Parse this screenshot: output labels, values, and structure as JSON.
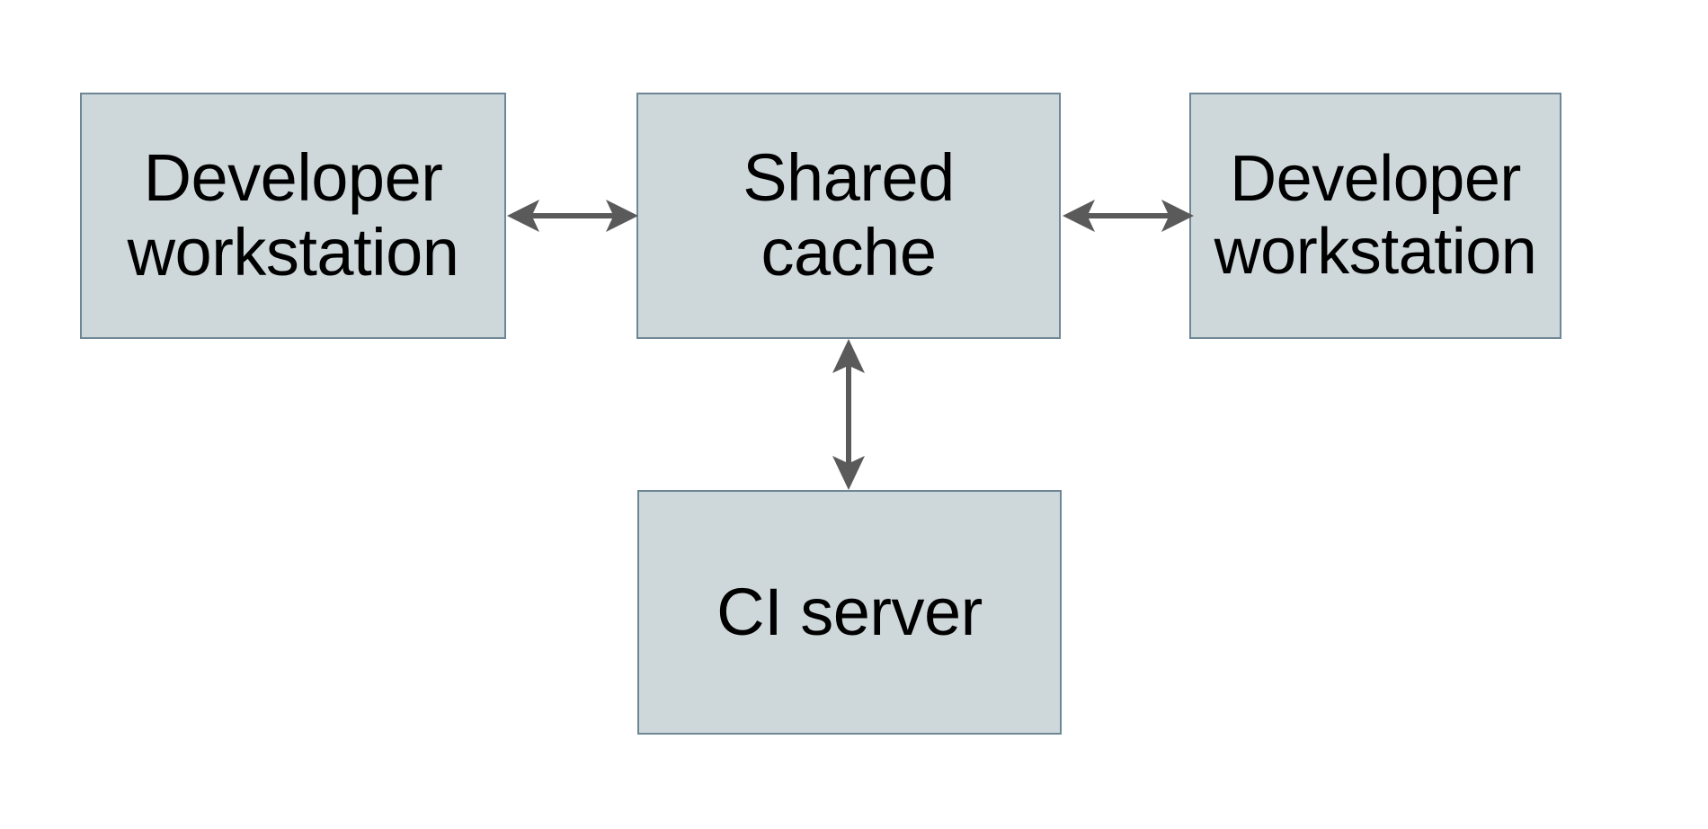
{
  "diagram": {
    "type": "block-diagram",
    "background_color": "#ffffff",
    "node_fill_color": "#ced7da",
    "node_border_color": "#6e8794",
    "arrow_color": "#5a5a5a",
    "nodes": [
      {
        "id": "dev-left",
        "label": "Developer\nworkstation",
        "name": "developer-workstation-left"
      },
      {
        "id": "cache",
        "label": "Shared\ncache",
        "name": "shared-cache"
      },
      {
        "id": "dev-right",
        "label": "Developer\nworkstation",
        "name": "developer-workstation-right"
      },
      {
        "id": "ci",
        "label": "CI server",
        "name": "ci-server"
      }
    ],
    "edges": [
      {
        "id": "edge-left-cache",
        "from": "dev-left",
        "to": "cache",
        "direction": "bidirectional",
        "orientation": "horizontal",
        "label": ""
      },
      {
        "id": "edge-cache-right",
        "from": "cache",
        "to": "dev-right",
        "direction": "bidirectional",
        "orientation": "horizontal",
        "label": ""
      },
      {
        "id": "edge-cache-ci",
        "from": "cache",
        "to": "ci",
        "direction": "bidirectional",
        "orientation": "vertical",
        "label": ""
      }
    ]
  }
}
